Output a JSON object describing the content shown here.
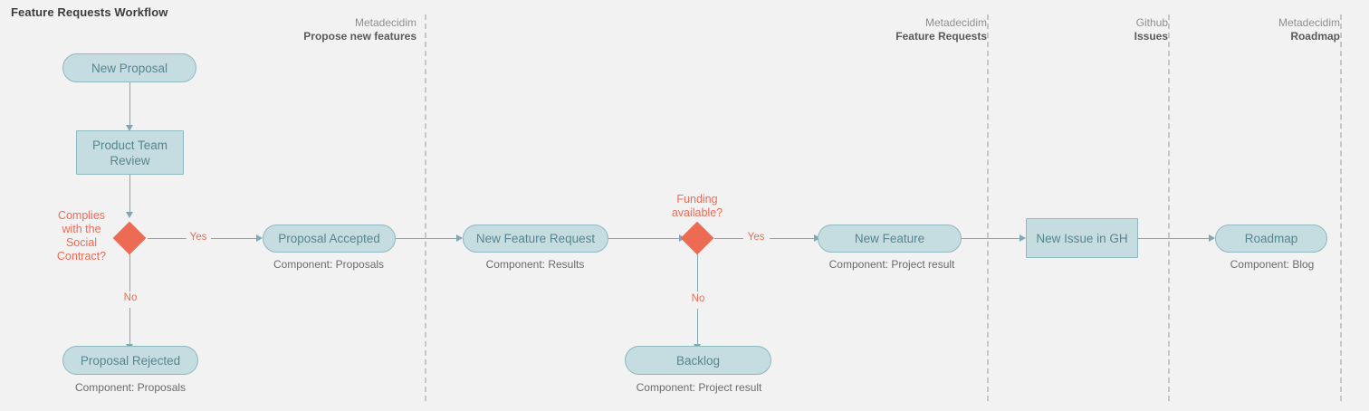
{
  "title": "Feature Requests Workflow",
  "colors": {
    "background": "#f2f2f2",
    "node_fill": "#c5dce0",
    "node_border": "#8fb8bf",
    "node_text": "#56868f",
    "decision": "#ed6a53",
    "connector": "#7fa9b2",
    "divider": "#c6c6c6",
    "caption_text": "#6b6b6b",
    "title_text": "#3c3c3c"
  },
  "lanes": [
    {
      "org": "Metadecidim",
      "name": "Propose new features"
    },
    {
      "org": "Metadecidim",
      "name": "Feature Requests"
    },
    {
      "org": "Github",
      "name": "Issues"
    },
    {
      "org": "Metadecidim",
      "name": "Roadmap"
    }
  ],
  "nodes": [
    {
      "id": "new-proposal",
      "label": "New Proposal",
      "shape": "rounded",
      "caption": ""
    },
    {
      "id": "product-team-review",
      "label": "Product Team\nReview",
      "shape": "rect",
      "caption": ""
    },
    {
      "id": "proposal-rejected",
      "label": "Proposal Rejected",
      "shape": "rounded",
      "caption": "Component: Proposals"
    },
    {
      "id": "proposal-accepted",
      "label": "Proposal Accepted",
      "shape": "rounded",
      "caption": "Component: Proposals"
    },
    {
      "id": "new-feature-request",
      "label": "New Feature Request",
      "shape": "rounded",
      "caption": "Component: Results"
    },
    {
      "id": "backlog",
      "label": "Backlog",
      "shape": "rounded",
      "caption": "Component: Project result"
    },
    {
      "id": "new-feature",
      "label": "New Feature",
      "shape": "rounded",
      "caption": "Component: Project result"
    },
    {
      "id": "new-issue-gh",
      "label": "New Issue in GH",
      "shape": "rect",
      "caption": ""
    },
    {
      "id": "roadmap",
      "label": "Roadmap",
      "shape": "rounded",
      "caption": "Component: Blog"
    }
  ],
  "decisions": [
    {
      "id": "social-contract",
      "label": "Complies\nwith the\nSocial\nContract?"
    },
    {
      "id": "funding",
      "label": "Funding\navailable?"
    }
  ],
  "edge_labels": {
    "sc_yes": "Yes",
    "sc_no": "No",
    "fund_yes": "Yes",
    "fund_no": "No"
  }
}
